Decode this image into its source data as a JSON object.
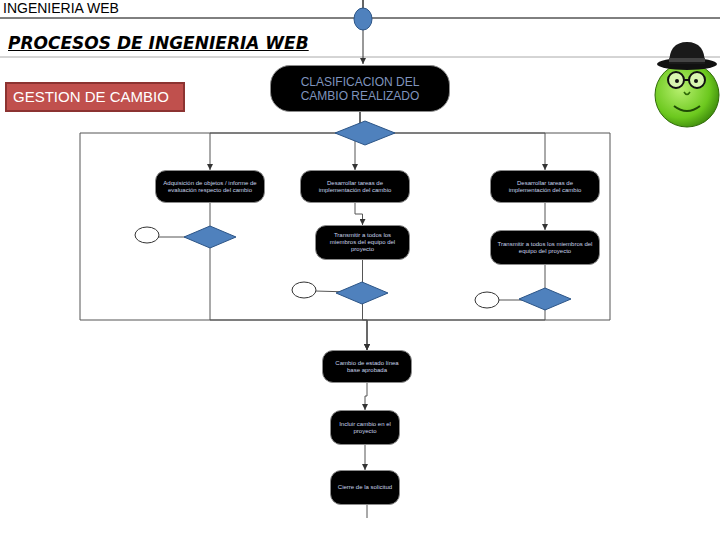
{
  "diagram": {
    "title": "PROCESOS DE INGENIERIA WEB",
    "nodes": [
      {
        "text": [
          "GESTION DE CAMBIO"
        ]
      },
      {
        "text": [
          "CLASIFICACION DEL CAMBIO REALIZADO"
        ]
      },
      {
        "text": [
          "Adquisición de objetos / informe de evaluación respecto del cambio"
        ]
      },
      {
        "text": [
          "Desarrollar tareas de implementación del cambio"
        ]
      },
      {
        "text": [
          "Desarrollar tareas de implementación del cambio"
        ]
      },
      {
        "text": [
          "Transmitir a todos los miembros del equipo del proyecto"
        ]
      },
      {
        "text": [
          "Transmitir a todos los miembros del equipo del proyecto"
        ]
      },
      {
        "text": [
          "Cambio de estado línea base aprobada"
        ]
      },
      {
        "text": [
          "Incluir cambio en el proyecto"
        ]
      },
      {
        "text": [
          "Cierre de la solicitud"
        ]
      }
    ],
    "edges": [
      {
        "from": 1,
        "to": 2,
        "arrow": "to"
      },
      {
        "from": 1,
        "to": 3,
        "arrow": "to"
      },
      {
        "from": 1,
        "to": 4,
        "arrow": "to"
      },
      {
        "from": 3,
        "to": 5,
        "arrow": "to"
      },
      {
        "from": 4,
        "to": 6,
        "arrow": "to"
      },
      {
        "from": 2,
        "to": 7,
        "arrow": "to"
      },
      {
        "from": 5,
        "to": 7,
        "arrow": "to"
      },
      {
        "from": 6,
        "to": 7,
        "arrow": "to"
      },
      {
        "from": 7,
        "to": 8,
        "arrow": "to"
      },
      {
        "from": 8,
        "to": 9,
        "arrow": "to"
      }
    ],
    "labels": [
      "INGENIERIA WEB"
    ]
  }
}
